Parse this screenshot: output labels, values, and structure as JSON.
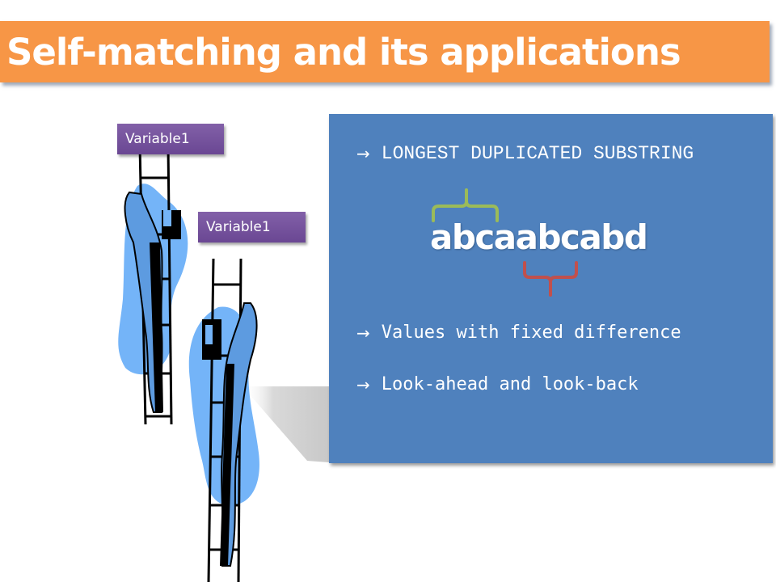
{
  "slide": {
    "title": "Self-matching and its applications",
    "colors": {
      "title_bg": "#f79646",
      "panel_bg": "#4f81bd",
      "label_bg": "#7052a0",
      "clipart_blue": "#74b4f8",
      "brace_green": "#9bbb59",
      "brace_red": "#c0504d"
    }
  },
  "labels": [
    {
      "text": "Variable1"
    },
    {
      "text": "Variable1"
    }
  ],
  "panel": {
    "bullets": [
      {
        "icon": "arrow-right-icon",
        "arrow": "→",
        "text": "LONGEST DUPLICATED SUBSTRING"
      },
      {
        "icon": "arrow-right-icon",
        "arrow": "→",
        "text": "Values with fixed difference"
      },
      {
        "icon": "arrow-right-icon",
        "arrow": "→",
        "text": "Look-ahead and look-back"
      }
    ],
    "example": {
      "string": "abcaabcabd"
    }
  }
}
